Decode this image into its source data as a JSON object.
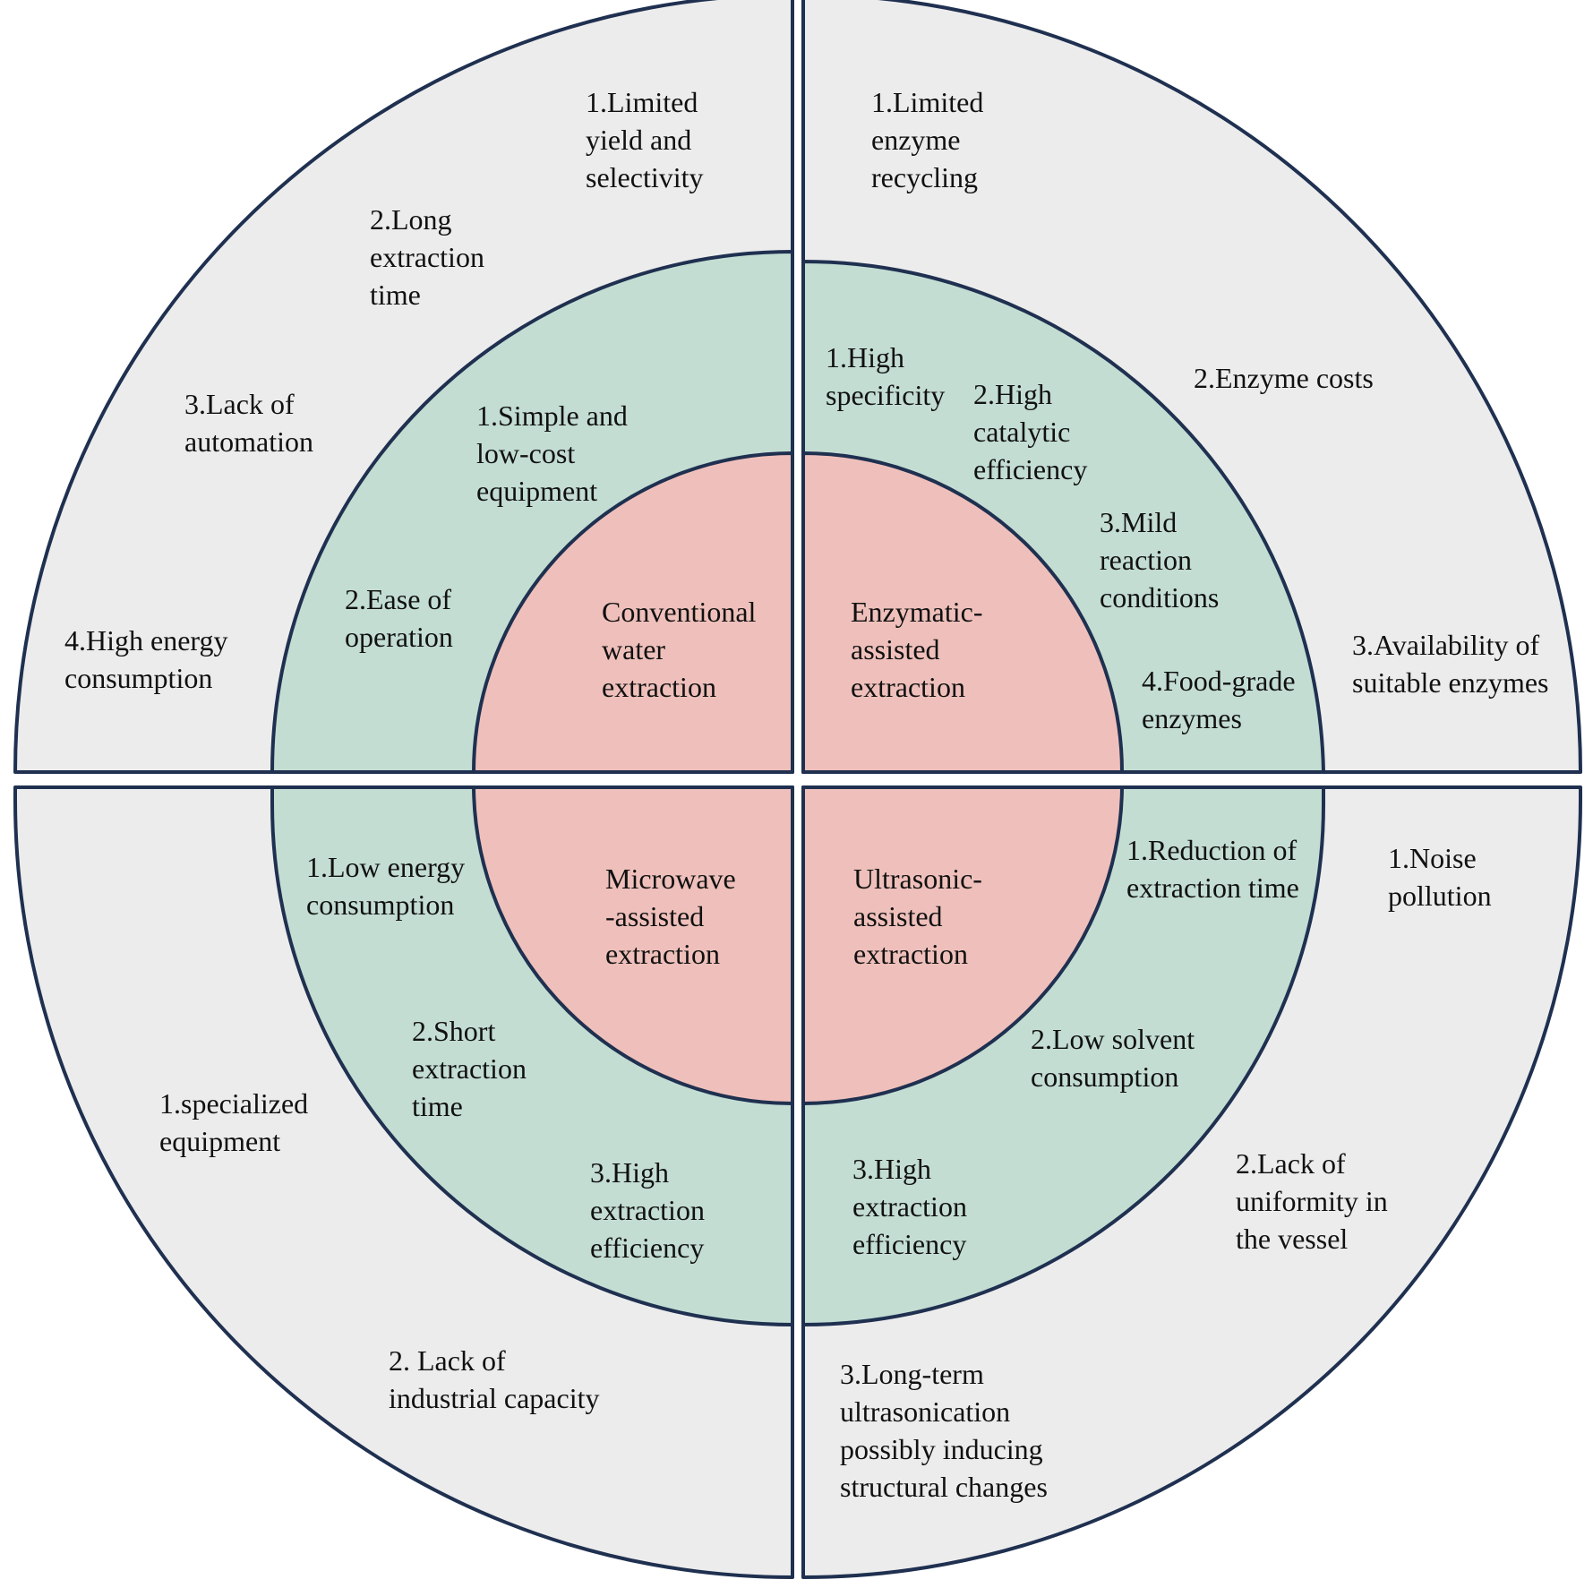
{
  "colors": {
    "outer_ring": "#ececec",
    "middle_ring": "#c3ddd3",
    "inner_core": "#efc0bb",
    "outline": "#1f3050"
  },
  "quadrants": {
    "top_left": {
      "method": [
        "Conventional",
        "water",
        "extraction"
      ],
      "advantages": [
        [
          "1.Simple and",
          "low-cost",
          "equipment"
        ],
        [
          "2.Ease of",
          "operation"
        ]
      ],
      "disadvantages": [
        [
          "1.Limited",
          "yield and",
          "selectivity"
        ],
        [
          "2.Long",
          "extraction",
          "time"
        ],
        [
          "3.Lack of",
          "automation"
        ],
        [
          "4.High energy",
          "consumption"
        ]
      ]
    },
    "top_right": {
      "method": [
        "Enzymatic-",
        "assisted",
        "extraction"
      ],
      "advantages": [
        [
          "1.High",
          "specificity"
        ],
        [
          "2.High",
          "catalytic",
          "efficiency"
        ],
        [
          "3.Mild",
          "reaction",
          "conditions"
        ],
        [
          "4.Food-grade",
          "enzymes"
        ]
      ],
      "disadvantages": [
        [
          "1.Limited",
          "enzyme",
          "recycling"
        ],
        [
          "2.Enzyme costs"
        ],
        [
          "3.Availability of",
          "suitable enzymes"
        ]
      ]
    },
    "bottom_left": {
      "method": [
        "Microwave",
        "-assisted",
        "extraction"
      ],
      "advantages": [
        [
          "1.Low energy",
          "consumption"
        ],
        [
          "2.Short",
          "extraction",
          "time"
        ],
        [
          "3.High",
          "extraction",
          "efficiency"
        ]
      ],
      "disadvantages": [
        [
          "1.specialized",
          "equipment"
        ],
        [
          "2. Lack of",
          "industrial capacity"
        ]
      ]
    },
    "bottom_right": {
      "method": [
        "Ultrasonic-",
        "assisted",
        "extraction"
      ],
      "advantages": [
        [
          "1.Reduction of",
          "extraction time"
        ],
        [
          "2.Low solvent",
          "consumption"
        ],
        [
          "3.High",
          "extraction",
          "efficiency"
        ]
      ],
      "disadvantages": [
        [
          "1.Noise",
          "pollution"
        ],
        [
          "2.Lack of",
          "uniformity in",
          "the vessel"
        ],
        [
          "3.Long-term",
          "ultrasonication",
          "possibly inducing",
          "structural changes"
        ]
      ]
    }
  }
}
